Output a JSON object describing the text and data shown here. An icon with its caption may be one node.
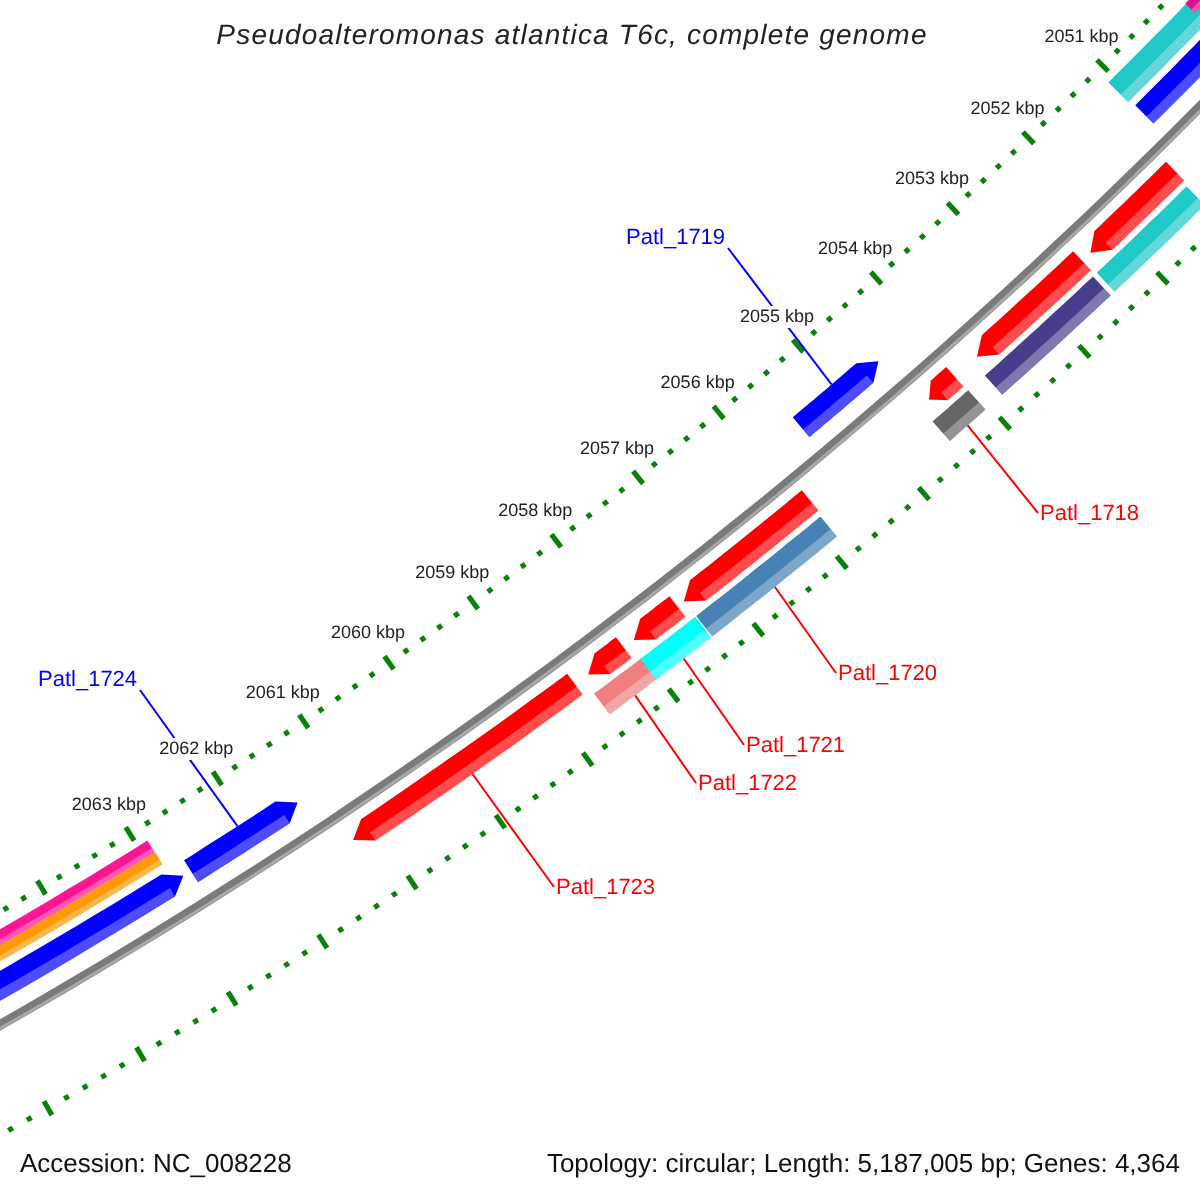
{
  "diagram": {
    "title": "Pseudoalteromonas atlantica T6c, complete genome",
    "nodes": [
      {
        "text": [
          "Patl_1719"
        ]
      },
      {
        "text": [
          "Patl_1718"
        ]
      },
      {
        "text": [
          "Patl_1720"
        ]
      },
      {
        "text": [
          "Patl_1724"
        ]
      },
      {
        "text": [
          "Patl_1721"
        ]
      },
      {
        "text": [
          "Patl_1722"
        ]
      },
      {
        "text": [
          "Patl_1723"
        ]
      },
      {
        "text": [],
        "shape": "bar"
      },
      {
        "text": [],
        "shape": "bar"
      },
      {
        "text": [],
        "shape": "bar"
      },
      {
        "text": [],
        "shape": "bar"
      },
      {
        "text": [],
        "shape": "bar"
      },
      {
        "text": [],
        "shape": "bar"
      },
      {
        "text": [],
        "shape": "bar"
      }
    ],
    "edges": [
      {
        "from": 0,
        "to": 12,
        "arrow": "none",
        "color": "#0000ff"
      },
      {
        "from": 1,
        "to": 13,
        "arrow": "none"
      },
      {
        "from": 2,
        "to": 11,
        "arrow": "none"
      },
      {
        "from": 3,
        "to": 7,
        "arrow": "none",
        "color": "#0000ff"
      },
      {
        "from": 4,
        "to": 10,
        "arrow": "none"
      },
      {
        "from": 5,
        "to": 9,
        "arrow": "none"
      },
      {
        "from": 6,
        "to": 8,
        "arrow": "none"
      }
    ],
    "labels": [
      "2051 kbp",
      "2052 kbp",
      "2053 kbp",
      "2054 kbp",
      "2055 kbp",
      "2056 kbp",
      "2057 kbp",
      "2058 kbp",
      "2059 kbp",
      "2060 kbp",
      "2061 kbp",
      "2062 kbp",
      "2063 kbp",
      "Accession: NC_008228",
      "Topology: circular; Length: 5,187,005 bp; Genes: 4,364"
    ]
  }
}
